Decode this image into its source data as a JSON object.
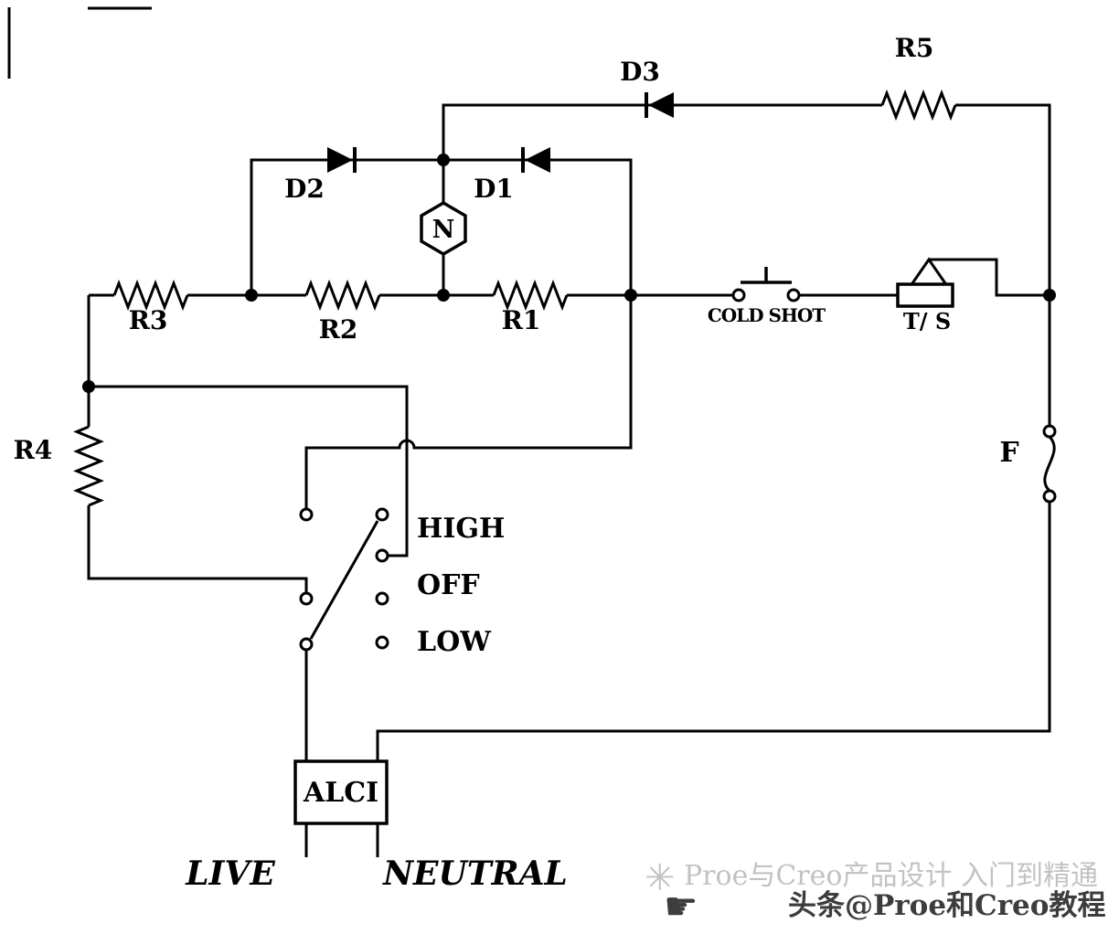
{
  "labels": {
    "d3": "D3",
    "r5": "R5",
    "d2": "D2",
    "d1": "D1",
    "motor": "N",
    "r3": "R3",
    "r2": "R2",
    "r1": "R1",
    "r4": "R4",
    "cold_shot": "COLD SHOT",
    "thermostat": "T/ S",
    "fuse": "F",
    "switch_high": "HIGH",
    "switch_off": "OFF",
    "switch_low": "LOW",
    "alci": "ALCI",
    "live": "LIVE",
    "neutral": "NEUTRAL"
  },
  "watermark": {
    "back_star": "✳",
    "back_text": "Proe与Creo产品设计 入门到精通",
    "front_hand": "☛",
    "front_text": "头条@Proe和Creo教程"
  },
  "colors": {
    "line": "#000000",
    "background": "#ffffff",
    "watermark_back": "#c2c2c2",
    "watermark_front": "#3d3d3d"
  }
}
